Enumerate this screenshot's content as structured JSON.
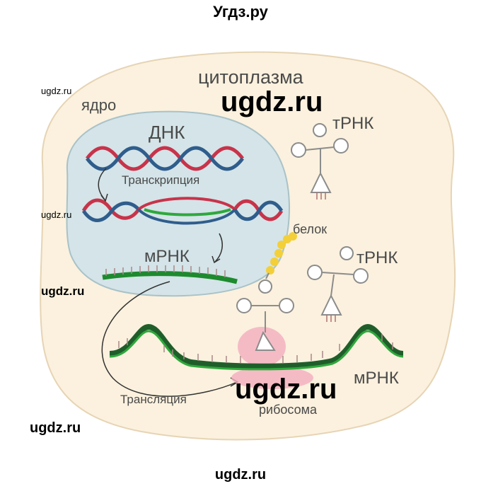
{
  "header": {
    "site_title": "Угдз.ру"
  },
  "watermarks": {
    "small_top": "ugdz.ru",
    "big_top": "ugdz.ru",
    "small_mid": "ugdz.ru",
    "med_left": "ugdz.ru",
    "big_bottom": "ugdz.ru",
    "left_bottom": "ugdz.ru",
    "footer": "ugdz.ru"
  },
  "diagram": {
    "cytoplasm_label": "цитоплазма",
    "nucleus_label": "ядро",
    "dna_label": "ДНК",
    "transcription_label": "Транскрипция",
    "mrna_nucleus_label": "мРНК",
    "trna_top_label": "тРНК",
    "protein_label": "белок",
    "trna_right_label": "тРНК",
    "mrna_cytoplasm_label": "мРНК",
    "translation_label": "Трансляция",
    "ribosome_label": "рибосома",
    "colors": {
      "cytoplasm_fill": "#fbf1de",
      "nucleus_fill": "#d4e4e8",
      "dna_red": "#c8334a",
      "dna_blue": "#2f5d8c",
      "mrna_green": "#1e8a2e",
      "mrna_dark_green": "#1f5e2a",
      "ribosome_pink": "#f4aebe",
      "protein_yellow": "#f3cf3a",
      "trna_gray": "#8c8c8c"
    }
  }
}
